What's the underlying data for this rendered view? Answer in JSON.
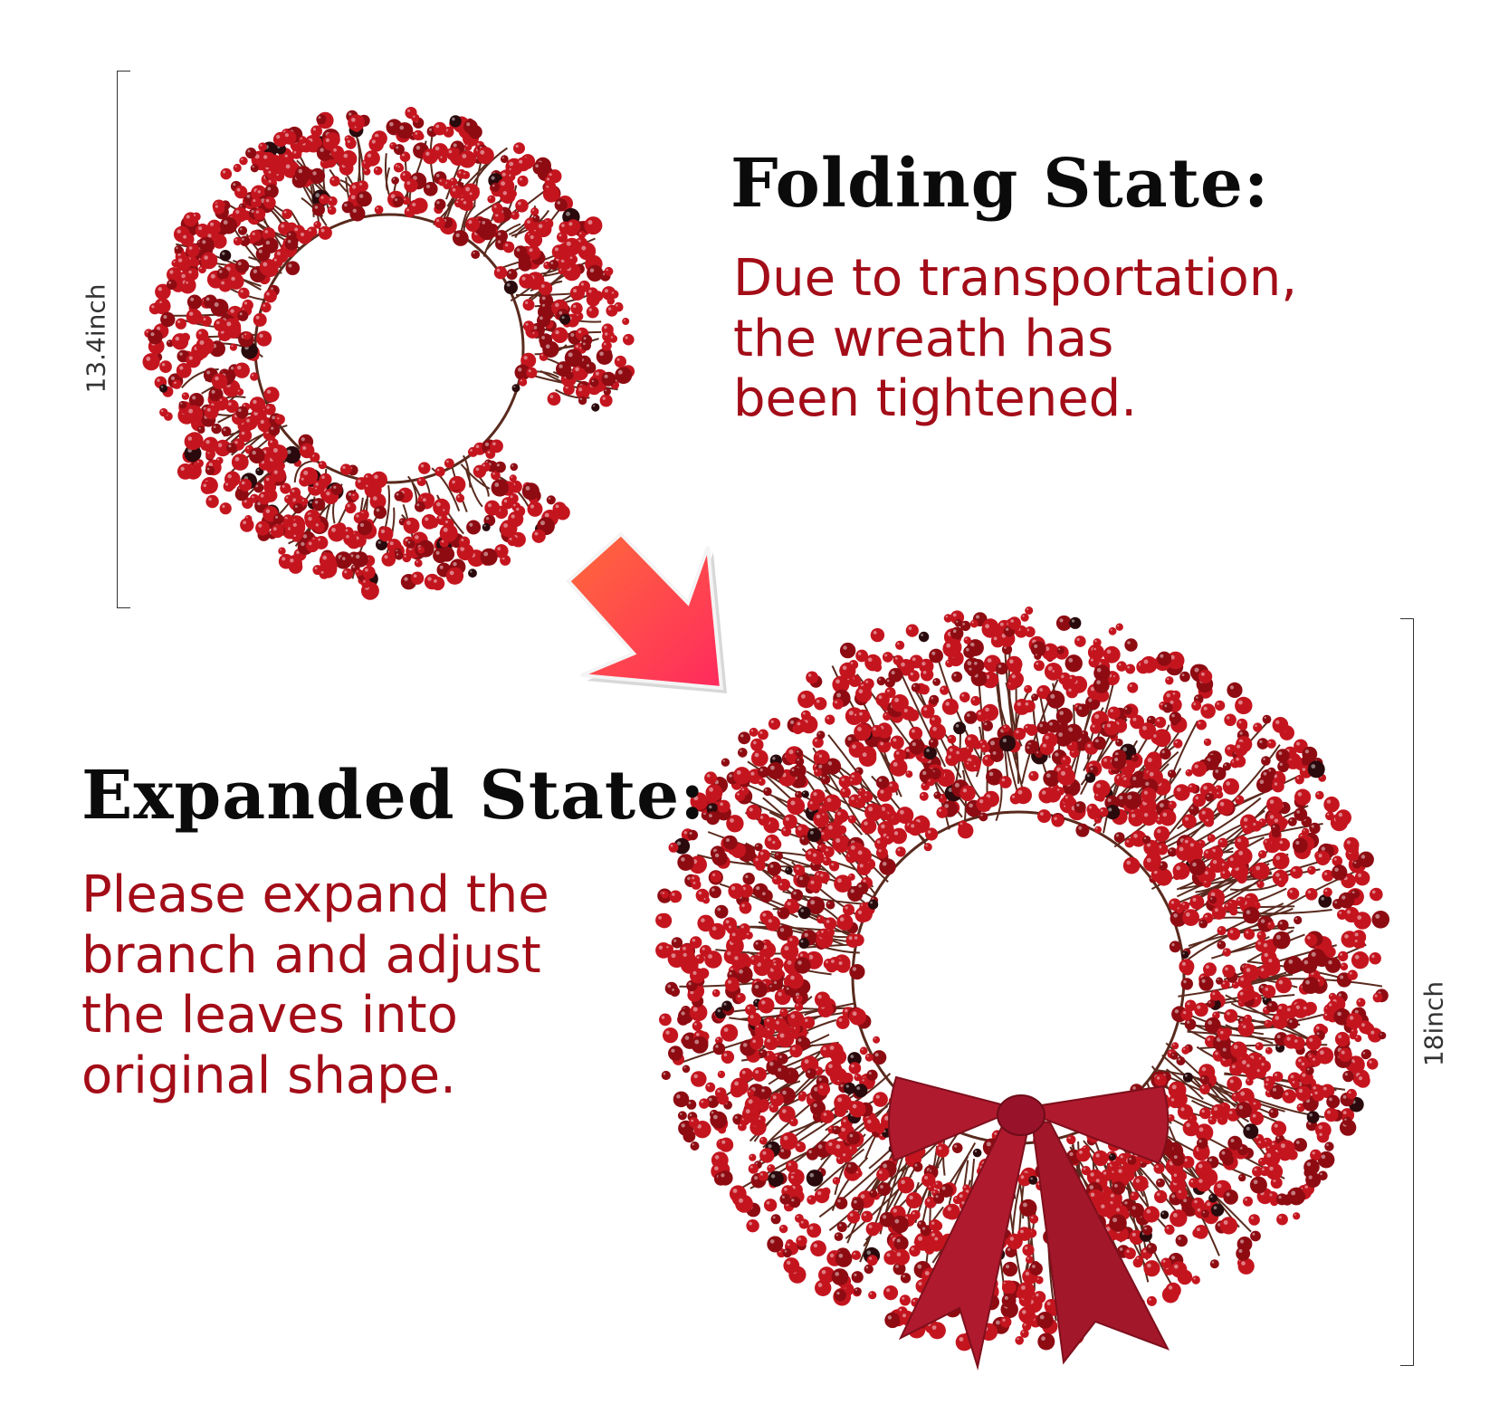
{
  "folding": {
    "heading": "Folding State:",
    "lines": [
      "Due to transportation,",
      "the wreath has",
      "been tightened."
    ],
    "dimension": "13.4inch"
  },
  "expanded": {
    "heading": "Expanded State:",
    "lines": [
      "Please expand the",
      "branch and adjust",
      "the leaves into",
      "original shape."
    ],
    "dimension": "18inch"
  },
  "colors": {
    "berry": "#c4151f",
    "berry_dark": "#8e0b12",
    "black_berry": "#2a0a0c",
    "branch": "#5a2a1e",
    "bow": "#b01a2e",
    "text_red": "#a30d18",
    "arrow": "#ff3e52"
  }
}
